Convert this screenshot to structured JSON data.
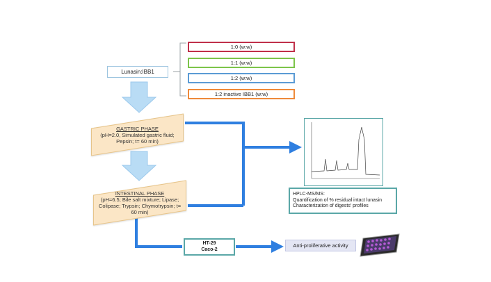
{
  "lunasin_label": "Lunasin:IBB1",
  "ratios": [
    {
      "label": "1:0 (w:w)",
      "color": "#c0304a"
    },
    {
      "label": "1:1 (w:w)",
      "color": "#7cc44a"
    },
    {
      "label": "1:2 (w:w)",
      "color": "#5b9bd5"
    },
    {
      "label": "1:2 inactive IBB1 (w:w)",
      "color": "#ee8a3a"
    }
  ],
  "gastric": {
    "title": "GASTRIC PHASE",
    "details": "(pH=2.0, Simulated gastric fluid; Pepsin; t= 60 min)"
  },
  "intestinal": {
    "title": "INTESTINAL PHASE",
    "details": "(pH=6.5; Bile salt mixture; Lipase; Colipase; Trypsin; Chymotrypsin; t= 60 min)"
  },
  "cell_lines": [
    "HT-29",
    "Caco-2"
  ],
  "hplc": {
    "lines": [
      "HPLC-MS/MS:",
      "Quantification of % residual intact lunasin",
      "Characterization of digests' profiles"
    ]
  },
  "outcome_label": "Anti-proliferative activity",
  "colors": {
    "arrow_blue": "#2f7fe0",
    "big_arrow": "#b9dcf5",
    "phase_fill": "#fbe6c6",
    "teal_border": "#5aa7a7"
  }
}
